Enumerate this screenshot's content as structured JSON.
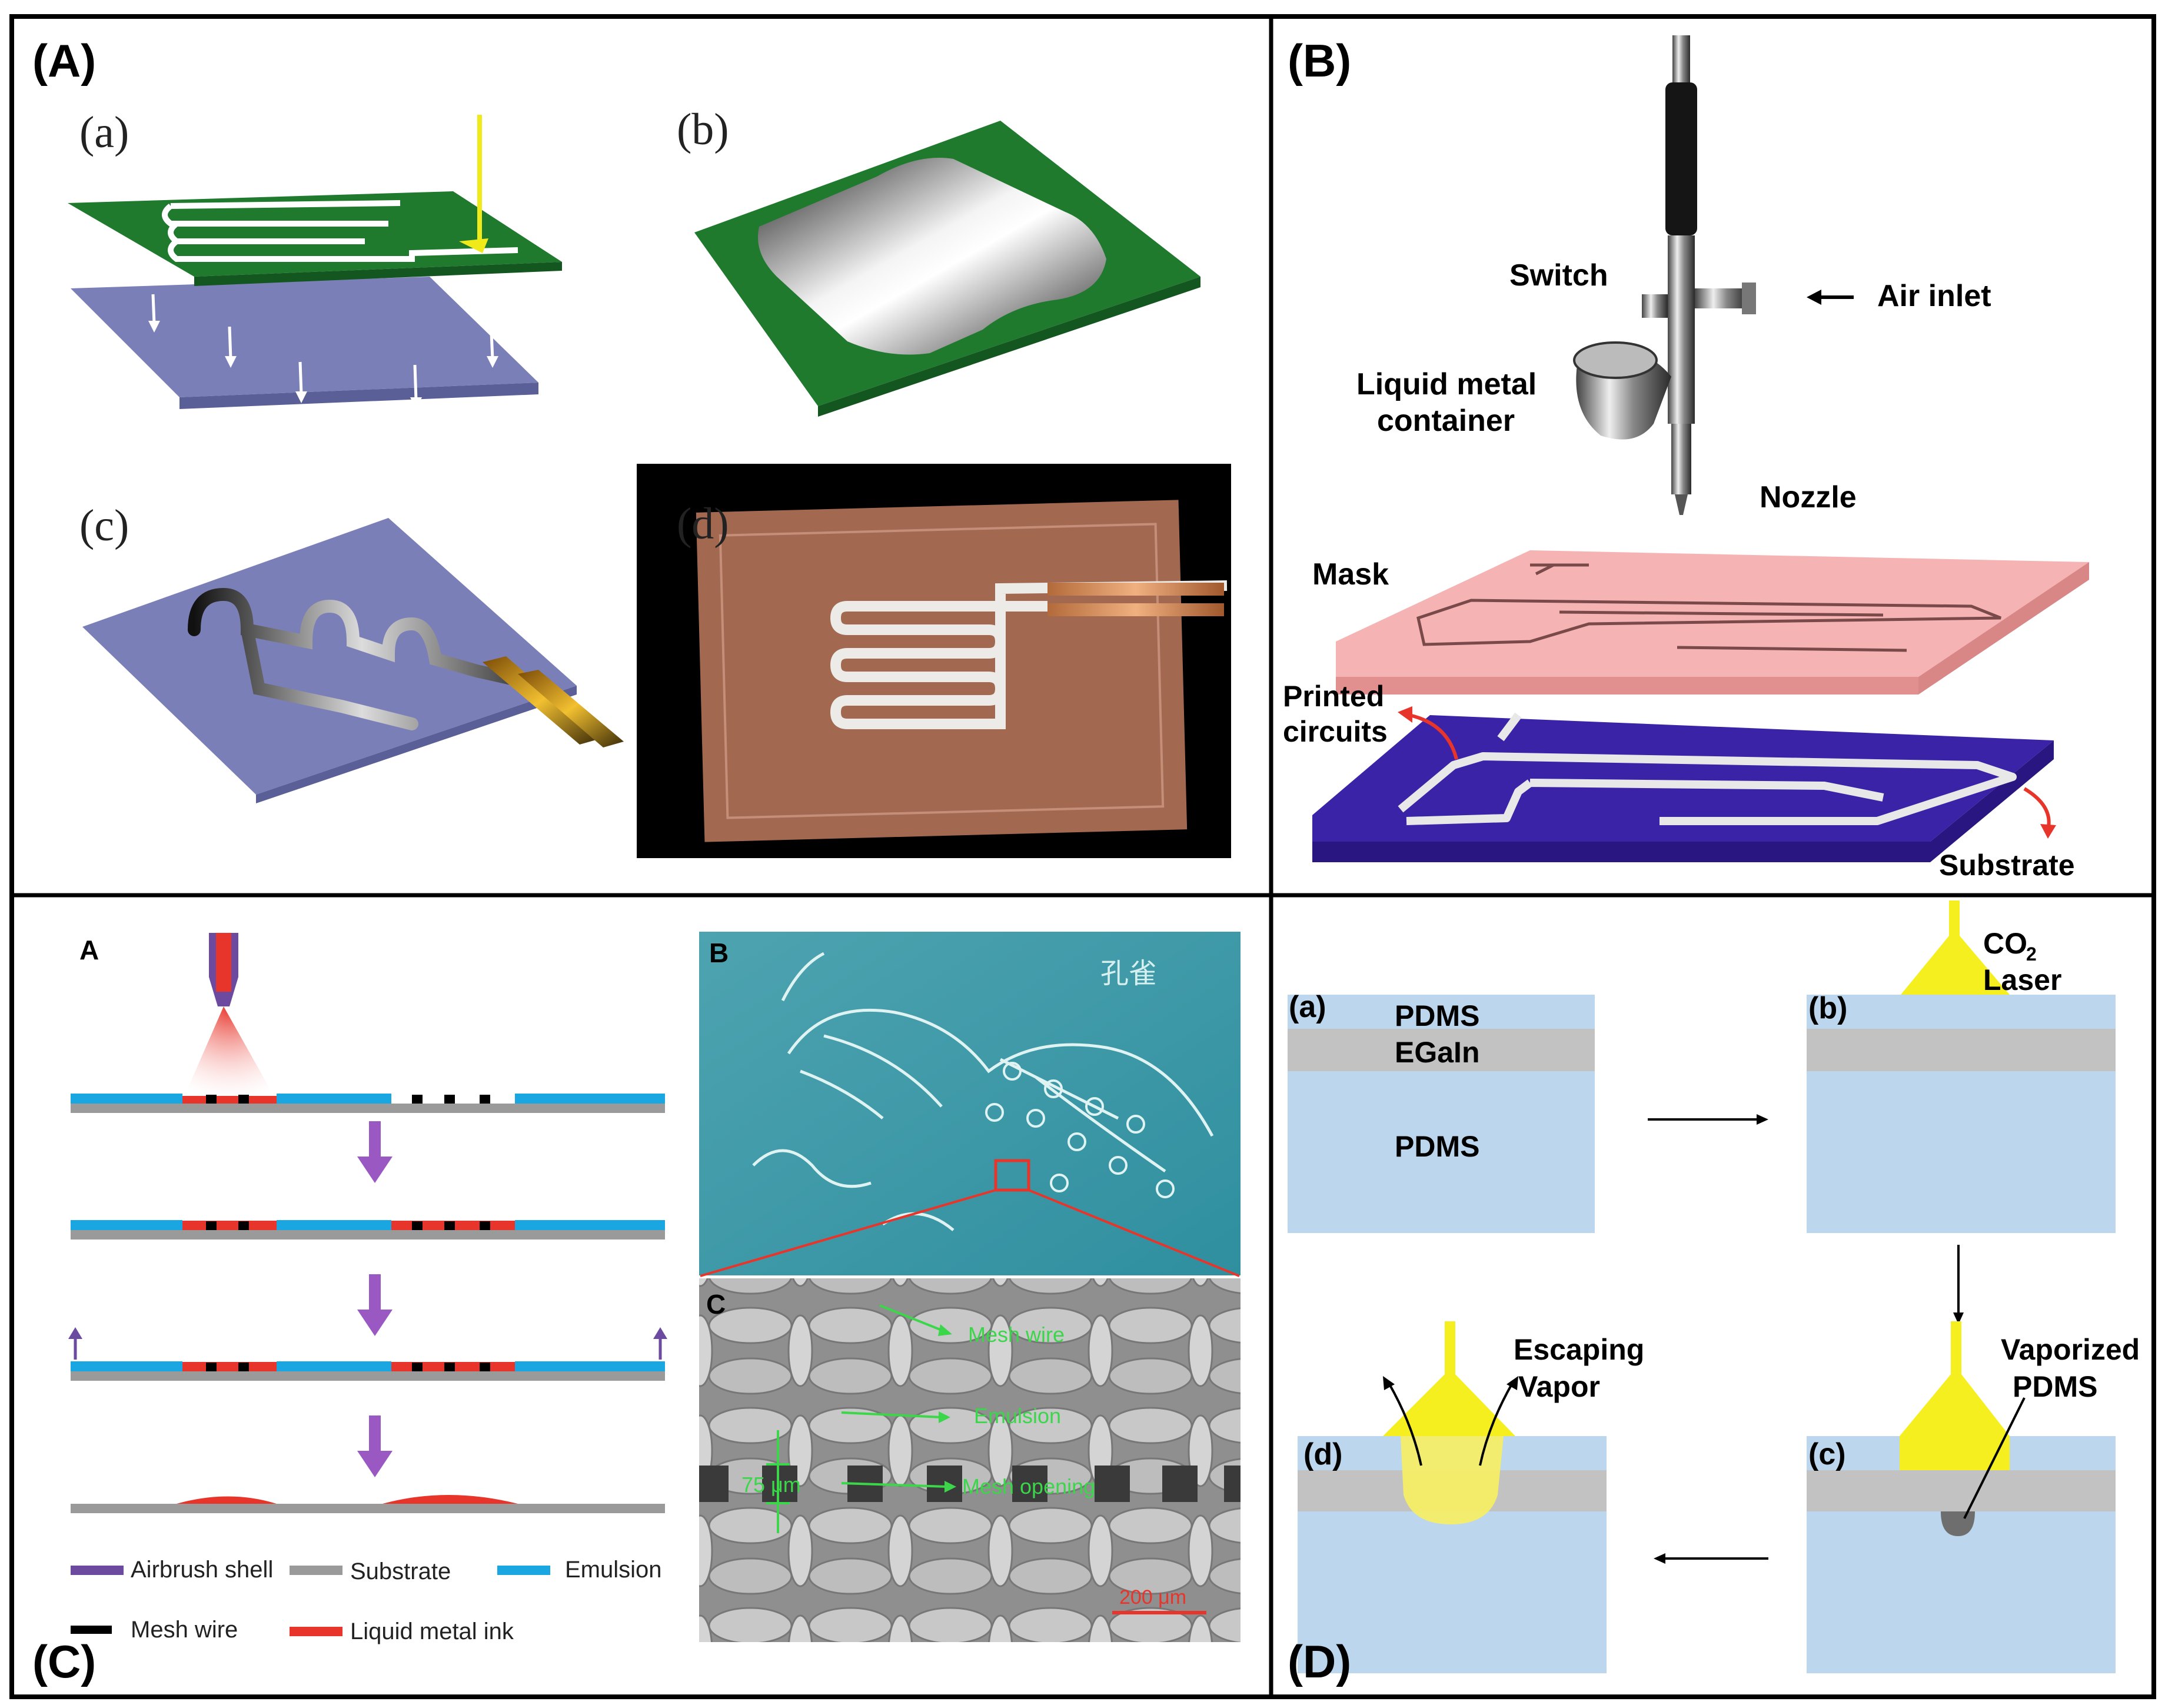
{
  "panels": {
    "A": {
      "label": "(A)",
      "sub": [
        "(a)",
        "(b)",
        "(c)",
        "(d)"
      ]
    },
    "B": {
      "label": "(B)",
      "annotations": {
        "switch": "Switch",
        "air_inlet": "Air inlet",
        "container_line1": "Liquid metal",
        "container_line2": "container",
        "nozzle": "Nozzle",
        "mask": "Mask",
        "printed_line1": "Printed",
        "printed_line2": "circuits",
        "substrate": "Substrate"
      }
    },
    "C": {
      "label": "(C)",
      "sub_a": "A",
      "sub_b": "B",
      "sub_c": "C",
      "legend": {
        "airbrush_shell": "Airbrush shell",
        "substrate": "Substrate",
        "emulsion": "Emulsion",
        "mesh_wire": "Mesh wire",
        "liquid_metal_ink": "Liquid metal ink"
      },
      "sem_labels": {
        "mesh_wire": "Mesh wire",
        "emulsion": "Emulsion",
        "mesh_opening": "Mesh opening",
        "opening_size": "75 μm",
        "scale_bar": "200 μm"
      },
      "stamp_text": "孔雀"
    },
    "D": {
      "label": "(D)",
      "steps": [
        "(a)",
        "(b)",
        "(c)",
        "(d)"
      ],
      "layers": {
        "top": "PDMS",
        "middle": "EGaIn",
        "bottom": "PDMS"
      },
      "laser_co": "CO",
      "laser_sub": "2",
      "laser_word": "Laser",
      "vapor_line1": "Vaporized",
      "vapor_line2": "PDMS",
      "escape_line1": "Escaping",
      "escape_line2": "Vapor"
    }
  },
  "colors": {
    "border": "#000000",
    "mask_green": "#1f7a2e",
    "substrate_slate": "#7b7fb8",
    "pink_mask": "#f6b3b3",
    "purple_substrate": "#3b23a8",
    "emulsion_blue": "#1aa6e0",
    "ink_red": "#e8352b",
    "pdms_blue": "#bcd6ee",
    "egain_gray": "#c2c2c2",
    "laser_yellow": "#f6ef20",
    "arrow_purple": "#9a58c2"
  }
}
